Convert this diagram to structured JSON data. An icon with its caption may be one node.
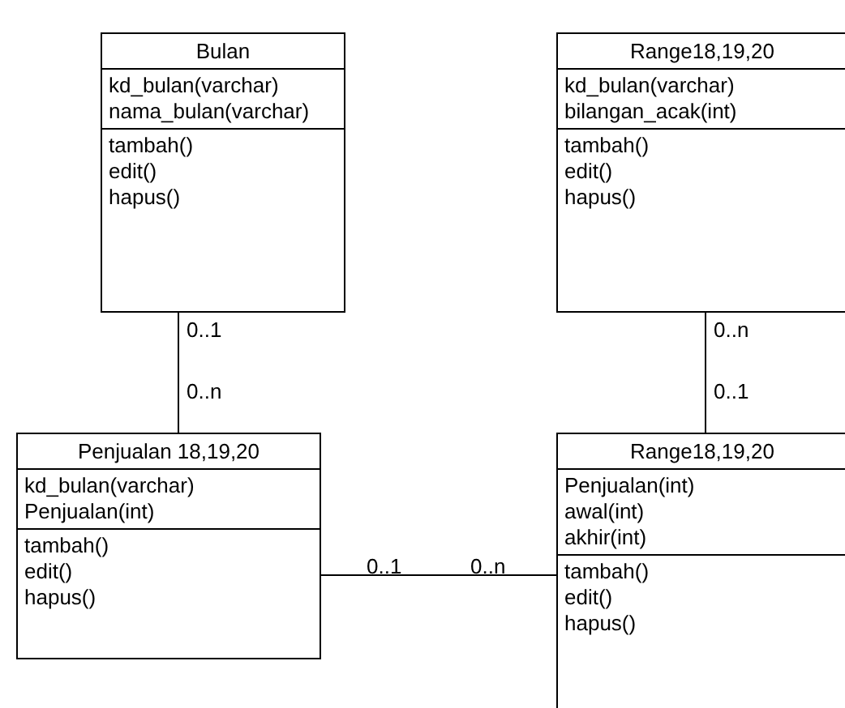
{
  "diagram": {
    "nodes": [
      {
        "text": [
          "Bulan",
          "kd_bulan(varchar)",
          "nama_bulan(varchar)",
          "tambah()",
          "edit()",
          "hapus()"
        ]
      },
      {
        "text": [
          "Range18,19,20",
          "kd_bulan(varchar)",
          "bilangan_acak(int)",
          "tambah()",
          "edit()",
          "hapus()"
        ]
      },
      {
        "text": [
          "Penjualan 18,19,20",
          "kd_bulan(varchar)",
          "Penjualan(int)",
          "tambah()",
          "edit()",
          "hapus()"
        ]
      },
      {
        "text": [
          "Range18,19,20",
          "Penjualan(int)",
          "awal(int)",
          "akhir(int)",
          "tambah()",
          "edit()",
          "hapus()"
        ]
      }
    ],
    "edges": [
      {
        "from": 0,
        "to": 2,
        "arrow": "none"
      },
      {
        "from": 1,
        "to": 3,
        "arrow": "none"
      },
      {
        "from": 2,
        "to": 3,
        "arrow": "none"
      }
    ],
    "labels": [
      "0..1",
      "0..n",
      "0..n",
      "0..1",
      "0..1",
      "0..n"
    ]
  }
}
